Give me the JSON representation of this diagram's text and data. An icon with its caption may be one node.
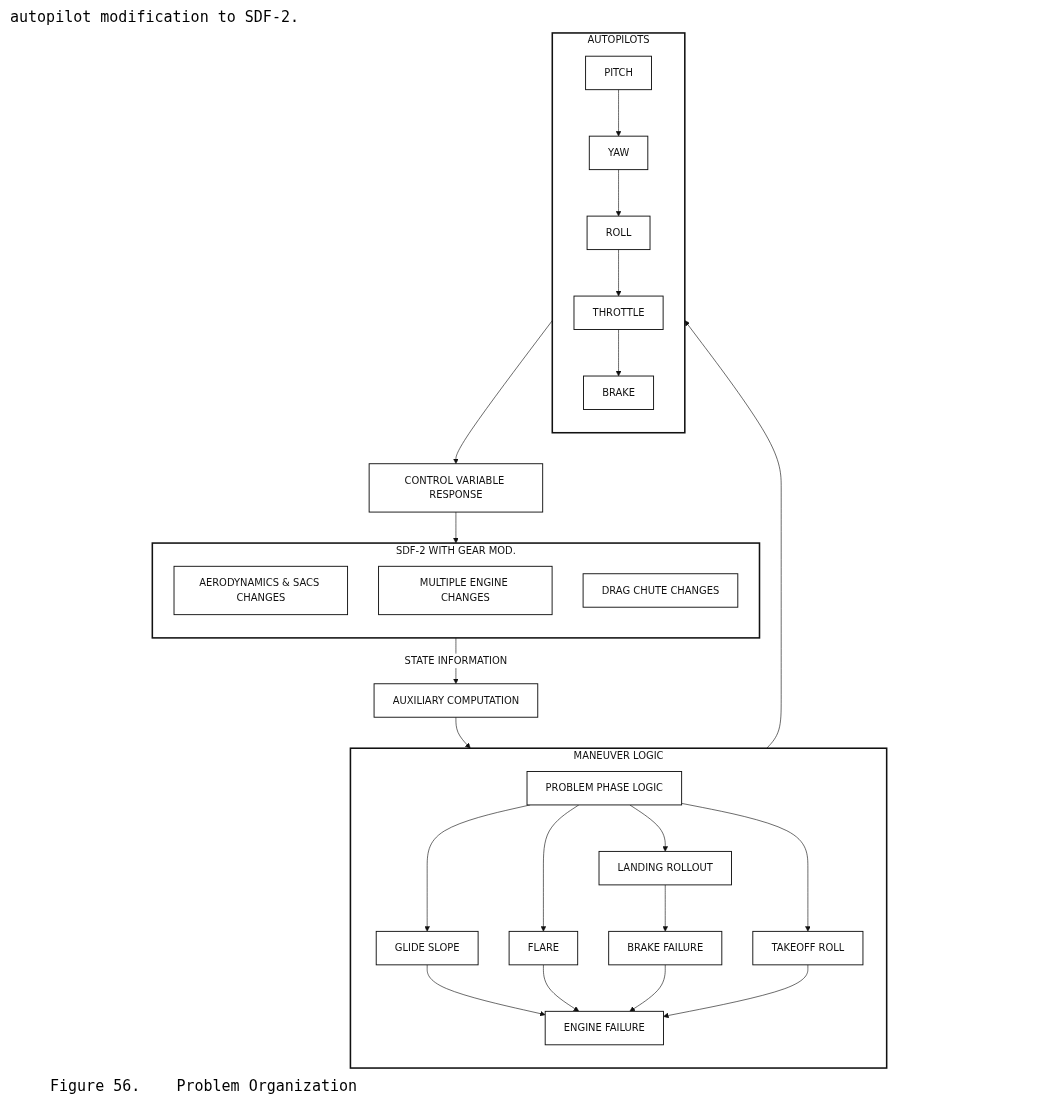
{
  "diagram": {
    "caption": "Figure 56.    Problem Organization",
    "nodes": [
      {
        "text": [
          "SDF-2 WITH GEAR MOD."
        ]
      },
      {
        "text": [
          "AERODYNAMICS & SACS CHANGES"
        ],
        "in": 0
      },
      {
        "text": [
          "MULTIPLE ENGINE CHANGES"
        ],
        "in": 0
      },
      {
        "text": [
          "DRAG CHUTE CHANGES"
        ],
        "in": 0
      },
      {
        "text": [
          "AUXILIARY COMPUTATION"
        ]
      },
      {
        "text": [
          "MANEUVER LOGIC"
        ]
      },
      {
        "text": [
          "PROBLEM PHASE LOGIC"
        ],
        "in": 5
      },
      {
        "text": [
          "GLIDE SLOPE"
        ],
        "in": 5
      },
      {
        "text": [
          "FLARE"
        ],
        "in": 5
      },
      {
        "text": [
          "LANDING ROLLOUT"
        ],
        "in": 5
      },
      {
        "text": [
          "TAKEOFF ROLL"
        ],
        "in": 5
      },
      {
        "text": [
          "BRAKE FAILURE"
        ],
        "in": 5
      },
      {
        "text": [
          "ENGINE FAILURE"
        ],
        "in": 5
      },
      {
        "text": [
          "CONTROL VARIABLE RESPONSE"
        ]
      },
      {
        "text": [
          "AUTOPILOTS"
        ]
      },
      {
        "text": [
          "PITCH"
        ],
        "in": 14
      },
      {
        "text": [
          "YAW"
        ],
        "in": 14
      },
      {
        "text": [
          "ROLL"
        ],
        "in": 14
      },
      {
        "text": [
          "THROTTLE"
        ],
        "in": 14
      },
      {
        "text": [
          "BRAKE"
        ],
        "in": 14
      }
    ],
    "edges": [
      {
        "from": 0,
        "to": 4,
        "arrow": "to",
        "label": "STATE INFORMATION"
      },
      {
        "from": 4,
        "to": 5,
        "arrow": "to"
      },
      {
        "from": 6,
        "to": 7,
        "arrow": "to"
      },
      {
        "from": 6,
        "to": 8,
        "arrow": "to"
      },
      {
        "from": 6,
        "to": 9,
        "arrow": "to"
      },
      {
        "from": 6,
        "to": 10,
        "arrow": "to"
      },
      {
        "from": 9,
        "to": 11,
        "arrow": "to"
      },
      {
        "from": 7,
        "to": 12,
        "arrow": "to"
      },
      {
        "from": 8,
        "to": 12,
        "arrow": "to"
      },
      {
        "from": 11,
        "to": 12,
        "arrow": "to"
      },
      {
        "from": 10,
        "to": 12,
        "arrow": "to"
      },
      {
        "from": 5,
        "to": 14,
        "arrow": "to"
      },
      {
        "from": 14,
        "to": 13,
        "arrow": "to"
      },
      {
        "from": 13,
        "to": 0,
        "arrow": "to"
      },
      {
        "from": 15,
        "to": 16,
        "arrow": "to"
      },
      {
        "from": 16,
        "to": 17,
        "arrow": "to"
      },
      {
        "from": 17,
        "to": 18,
        "arrow": "to"
      },
      {
        "from": 18,
        "to": 19,
        "arrow": "to"
      }
    ],
    "labels": [
      "autopilot modification to SDF-2."
    ]
  }
}
